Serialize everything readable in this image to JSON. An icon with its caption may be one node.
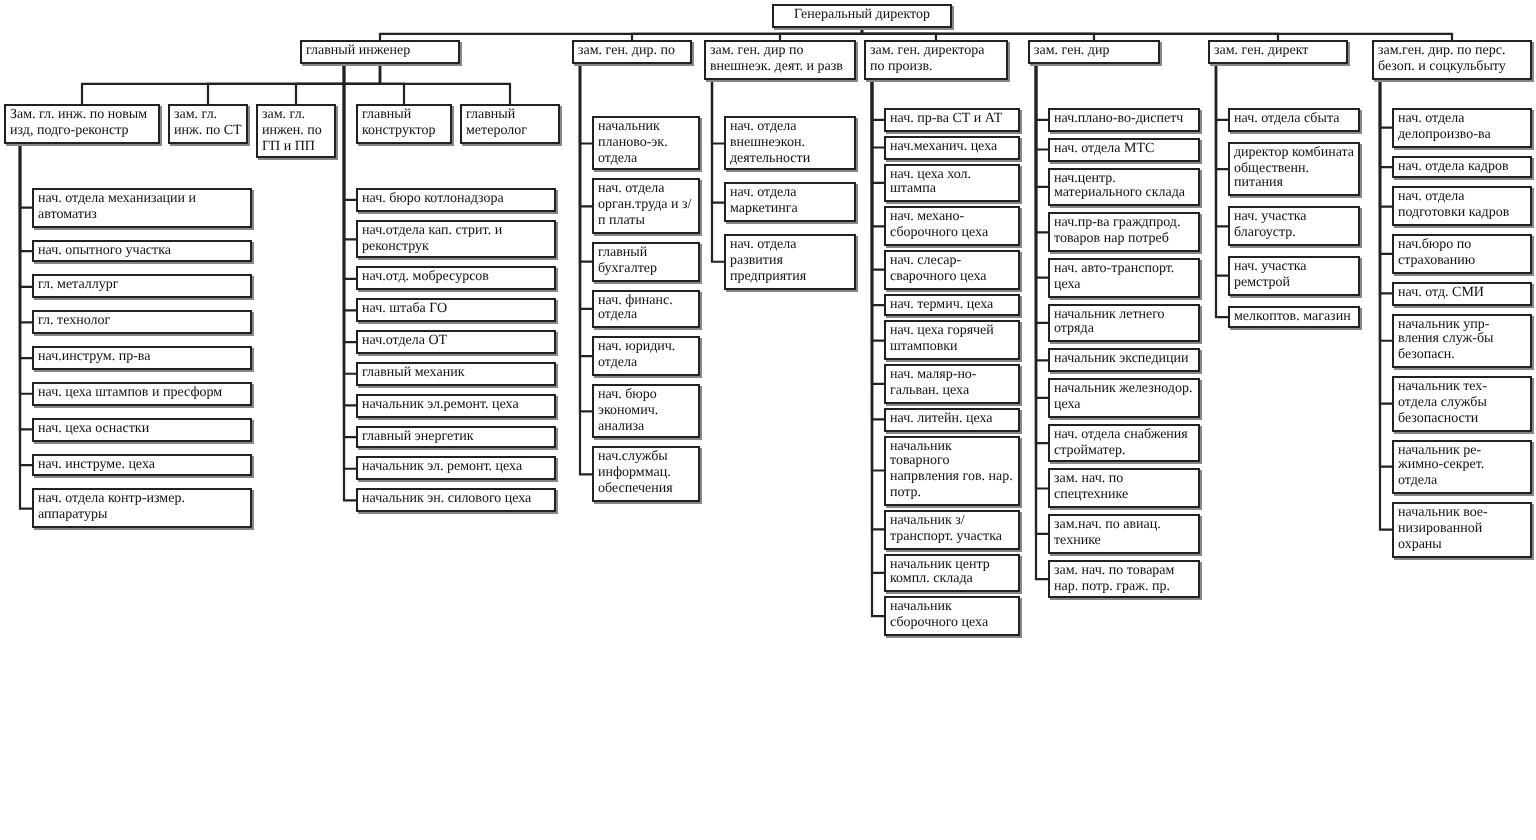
{
  "diagram": {
    "nodes": [
      {
        "text": [
          "Генеральный директор"
        ]
      },
      {
        "text": [
          "главный инженер"
        ]
      },
      {
        "text": [
          "зам. ген. дир. по"
        ]
      },
      {
        "text": [
          "зам. ген. дир по внешнеэк. деят. и разв"
        ]
      },
      {
        "text": [
          "зам. ген. директора по произв."
        ]
      },
      {
        "text": [
          "зам. ген. дир"
        ]
      },
      {
        "text": [
          "зам. ген. директ"
        ]
      },
      {
        "text": [
          "зам.ген. дир. по перс. безоп. и соцкульбыту"
        ]
      },
      {
        "text": [
          "Зам. гл. инж. по новым изд, подго-реконстр"
        ]
      },
      {
        "text": [
          "зам. гл. инж. по СТ"
        ]
      },
      {
        "text": [
          "зам. гл. инжен. по ГП и ПП"
        ]
      },
      {
        "text": [
          "главный конструктор"
        ]
      },
      {
        "text": [
          "главный метеролог"
        ]
      },
      {
        "text": [
          "нач. отдела механизации и автоматиз"
        ]
      },
      {
        "text": [
          "нач. опытного участка"
        ]
      },
      {
        "text": [
          "гл. металлург"
        ]
      },
      {
        "text": [
          "гл. технолог"
        ]
      },
      {
        "text": [
          "нач.инструм. пр-ва"
        ]
      },
      {
        "text": [
          "нач. цеха штампов и пресформ"
        ]
      },
      {
        "text": [
          "нач. цеха оснастки"
        ]
      },
      {
        "text": [
          "нач. инструме. цеха"
        ]
      },
      {
        "text": [
          "нач. отдела контр-измер. аппаратуры"
        ]
      },
      {
        "text": [
          "нач. бюро котлонадзора"
        ]
      },
      {
        "text": [
          "нач.отдела кап. стрит. и реконструк"
        ]
      },
      {
        "text": [
          "нач.отд. мобресурсов"
        ]
      },
      {
        "text": [
          "нач. штаба ГО"
        ]
      },
      {
        "text": [
          "нач.отдела ОТ"
        ]
      },
      {
        "text": [
          "главный механик"
        ]
      },
      {
        "text": [
          "начальник эл.ремонт. цеха"
        ]
      },
      {
        "text": [
          "главный энергетик"
        ]
      },
      {
        "text": [
          "начальник эл. ремонт. цеха"
        ]
      },
      {
        "text": [
          "начальник эн. силового цеха"
        ]
      },
      {
        "text": [
          "начальник планово-эк. отдела"
        ]
      },
      {
        "text": [
          "нач. отдела орган.труда и з/п платы"
        ]
      },
      {
        "text": [
          "главный бухгалтер"
        ]
      },
      {
        "text": [
          "нач. финанс. отдела"
        ]
      },
      {
        "text": [
          "нач. юридич. отдела"
        ]
      },
      {
        "text": [
          "нач. бюро экономич. анализа"
        ]
      },
      {
        "text": [
          "нач.службы информмац. обеспечения"
        ]
      },
      {
        "text": [
          "нач. отдела внешнеэкон. деятельности"
        ]
      },
      {
        "text": [
          "нач. отдела маркетинга"
        ]
      },
      {
        "text": [
          "нач. отдела развития предприятия"
        ]
      },
      {
        "text": [
          "нач. пр-ва СТ и АТ"
        ]
      },
      {
        "text": [
          "нач.механич. цеха"
        ]
      },
      {
        "text": [
          "нач. цеха хол. штампа"
        ]
      },
      {
        "text": [
          "нач. механо-сборочного цеха"
        ]
      },
      {
        "text": [
          "нач. слесар-сварочного цеха"
        ]
      },
      {
        "text": [
          "нач. термич. цеха"
        ]
      },
      {
        "text": [
          "нач. цеха горячей штамповки"
        ]
      },
      {
        "text": [
          "нач. маляр-но-гальван. цеха"
        ]
      },
      {
        "text": [
          "нач. литейн. цеха"
        ]
      },
      {
        "text": [
          "начальник товарного напрвления гов. нар. потр."
        ]
      },
      {
        "text": [
          "начальник з/транспорт. участка"
        ]
      },
      {
        "text": [
          "начальник центр компл. склада"
        ]
      },
      {
        "text": [
          "начальник сборочного цеха"
        ]
      },
      {
        "text": [
          "нач.плано-во-диспетч"
        ]
      },
      {
        "text": [
          "нач. отдела МТС"
        ]
      },
      {
        "text": [
          "нач.центр. материального склада"
        ]
      },
      {
        "text": [
          "нач.пр-ва граждпрод. товаров нар потреб"
        ]
      },
      {
        "text": [
          "нач. авто-транспорт. цеха"
        ]
      },
      {
        "text": [
          "начальник летнего отряда"
        ]
      },
      {
        "text": [
          "начальник экспедиции"
        ]
      },
      {
        "text": [
          "начальник железнодор. цеха"
        ]
      },
      {
        "text": [
          "нач. отдела снабжения стройматер."
        ]
      },
      {
        "text": [
          "зам. нач. по спецтехнике"
        ]
      },
      {
        "text": [
          "зам.нач. по авиац. технике"
        ]
      },
      {
        "text": [
          "зам. нач. по товарам нар. потр. граж. пр."
        ]
      },
      {
        "text": [
          "нач. отдела сбыта"
        ]
      },
      {
        "text": [
          "директор комбината общественн. питания"
        ]
      },
      {
        "text": [
          "нач. участка благоустр."
        ]
      },
      {
        "text": [
          "нач. участка ремстрой"
        ]
      },
      {
        "text": [
          "мелкоптов. магазин"
        ]
      },
      {
        "text": [
          "нач. отдела делопроизво-ва"
        ]
      },
      {
        "text": [
          "нач. отдела кадров"
        ]
      },
      {
        "text": [
          "нач. отдела подготовки кадров"
        ]
      },
      {
        "text": [
          "нач.бюро по страхованию"
        ]
      },
      {
        "text": [
          "нач. отд. СМИ"
        ]
      },
      {
        "text": [
          "начальник упр-вления служ-бы безопасн."
        ]
      },
      {
        "text": [
          "начальник тех-отдела службы безопасности"
        ]
      },
      {
        "text": [
          "начальник ре-жимно-секрет. отдела"
        ]
      },
      {
        "text": [
          "начальник вое-низированной охраны"
        ]
      }
    ],
    "edges": [
      {
        "from": 0,
        "to": 1,
        "arrow": "none"
      },
      {
        "from": 0,
        "to": 2,
        "arrow": "none"
      },
      {
        "from": 0,
        "to": 3,
        "arrow": "none"
      },
      {
        "from": 0,
        "to": 4,
        "arrow": "none"
      },
      {
        "from": 0,
        "to": 5,
        "arrow": "none"
      },
      {
        "from": 0,
        "to": 6,
        "arrow": "none"
      },
      {
        "from": 0,
        "to": 7,
        "arrow": "none"
      },
      {
        "from": 1,
        "to": 8,
        "arrow": "none"
      },
      {
        "from": 1,
        "to": 9,
        "arrow": "none"
      },
      {
        "from": 1,
        "to": 10,
        "arrow": "none"
      },
      {
        "from": 1,
        "to": 11,
        "arrow": "none"
      },
      {
        "from": 1,
        "to": 12,
        "arrow": "none"
      },
      {
        "from": 8,
        "to": 13,
        "arrow": "none"
      },
      {
        "from": 8,
        "to": 14,
        "arrow": "none"
      },
      {
        "from": 8,
        "to": 15,
        "arrow": "none"
      },
      {
        "from": 8,
        "to": 16,
        "arrow": "none"
      },
      {
        "from": 8,
        "to": 17,
        "arrow": "none"
      },
      {
        "from": 8,
        "to": 18,
        "arrow": "none"
      },
      {
        "from": 8,
        "to": 19,
        "arrow": "none"
      },
      {
        "from": 8,
        "to": 20,
        "arrow": "none"
      },
      {
        "from": 8,
        "to": 21,
        "arrow": "none"
      },
      {
        "from": 1,
        "to": 22,
        "arrow": "none"
      },
      {
        "from": 1,
        "to": 23,
        "arrow": "none"
      },
      {
        "from": 1,
        "to": 24,
        "arrow": "none"
      },
      {
        "from": 1,
        "to": 25,
        "arrow": "none"
      },
      {
        "from": 1,
        "to": 26,
        "arrow": "none"
      },
      {
        "from": 1,
        "to": 27,
        "arrow": "none"
      },
      {
        "from": 1,
        "to": 28,
        "arrow": "none"
      },
      {
        "from": 1,
        "to": 29,
        "arrow": "none"
      },
      {
        "from": 1,
        "to": 30,
        "arrow": "none"
      },
      {
        "from": 1,
        "to": 31,
        "arrow": "none"
      },
      {
        "from": 2,
        "to": 32,
        "arrow": "none"
      },
      {
        "from": 2,
        "to": 33,
        "arrow": "none"
      },
      {
        "from": 2,
        "to": 34,
        "arrow": "none"
      },
      {
        "from": 2,
        "to": 35,
        "arrow": "none"
      },
      {
        "from": 2,
        "to": 36,
        "arrow": "none"
      },
      {
        "from": 2,
        "to": 37,
        "arrow": "none"
      },
      {
        "from": 2,
        "to": 38,
        "arrow": "none"
      },
      {
        "from": 3,
        "to": 39,
        "arrow": "none"
      },
      {
        "from": 3,
        "to": 40,
        "arrow": "none"
      },
      {
        "from": 3,
        "to": 41,
        "arrow": "none"
      },
      {
        "from": 4,
        "to": 42,
        "arrow": "none"
      },
      {
        "from": 4,
        "to": 43,
        "arrow": "none"
      },
      {
        "from": 4,
        "to": 44,
        "arrow": "none"
      },
      {
        "from": 4,
        "to": 45,
        "arrow": "none"
      },
      {
        "from": 4,
        "to": 46,
        "arrow": "none"
      },
      {
        "from": 4,
        "to": 47,
        "arrow": "none"
      },
      {
        "from": 4,
        "to": 48,
        "arrow": "none"
      },
      {
        "from": 4,
        "to": 49,
        "arrow": "none"
      },
      {
        "from": 4,
        "to": 50,
        "arrow": "none"
      },
      {
        "from": 4,
        "to": 51,
        "arrow": "none"
      },
      {
        "from": 4,
        "to": 52,
        "arrow": "none"
      },
      {
        "from": 4,
        "to": 53,
        "arrow": "none"
      },
      {
        "from": 4,
        "to": 54,
        "arrow": "none"
      },
      {
        "from": 5,
        "to": 55,
        "arrow": "none"
      },
      {
        "from": 5,
        "to": 56,
        "arrow": "none"
      },
      {
        "from": 5,
        "to": 57,
        "arrow": "none"
      },
      {
        "from": 5,
        "to": 58,
        "arrow": "none"
      },
      {
        "from": 5,
        "to": 59,
        "arrow": "none"
      },
      {
        "from": 5,
        "to": 60,
        "arrow": "none"
      },
      {
        "from": 5,
        "to": 61,
        "arrow": "none"
      },
      {
        "from": 5,
        "to": 62,
        "arrow": "none"
      },
      {
        "from": 5,
        "to": 63,
        "arrow": "none"
      },
      {
        "from": 5,
        "to": 64,
        "arrow": "none"
      },
      {
        "from": 5,
        "to": 65,
        "arrow": "none"
      },
      {
        "from": 5,
        "to": 66,
        "arrow": "none"
      },
      {
        "from": 6,
        "to": 67,
        "arrow": "none"
      },
      {
        "from": 6,
        "to": 68,
        "arrow": "none"
      },
      {
        "from": 6,
        "to": 69,
        "arrow": "none"
      },
      {
        "from": 6,
        "to": 70,
        "arrow": "none"
      },
      {
        "from": 6,
        "to": 71,
        "arrow": "none"
      },
      {
        "from": 7,
        "to": 72,
        "arrow": "none"
      },
      {
        "from": 7,
        "to": 73,
        "arrow": "none"
      },
      {
        "from": 7,
        "to": 74,
        "arrow": "none"
      },
      {
        "from": 7,
        "to": 75,
        "arrow": "none"
      },
      {
        "from": 7,
        "to": 76,
        "arrow": "none"
      },
      {
        "from": 7,
        "to": 77,
        "arrow": "none"
      },
      {
        "from": 7,
        "to": 78,
        "arrow": "none"
      },
      {
        "from": 7,
        "to": 79,
        "arrow": "none"
      },
      {
        "from": 7,
        "to": 80,
        "arrow": "none"
      }
    ]
  }
}
